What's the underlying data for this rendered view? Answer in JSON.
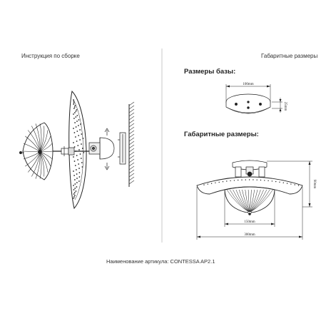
{
  "headings": {
    "assembly": "Инструкция по сборке",
    "dimensions": "Габаритные размеры",
    "base_sizes": "Размеры базы:",
    "overall_sizes": "Габаритные размеры:"
  },
  "article": {
    "label": "Наименование артикула: CONTESSA AP2.1"
  },
  "dimensions": {
    "base_width": "100mm",
    "base_height": "25mm",
    "overall_height": "90mm",
    "inner_width": "150mm",
    "overall_width": "300mm"
  },
  "colors": {
    "line": "#222222",
    "divider": "#bbbbbb",
    "wall_hatch": "#333333"
  }
}
